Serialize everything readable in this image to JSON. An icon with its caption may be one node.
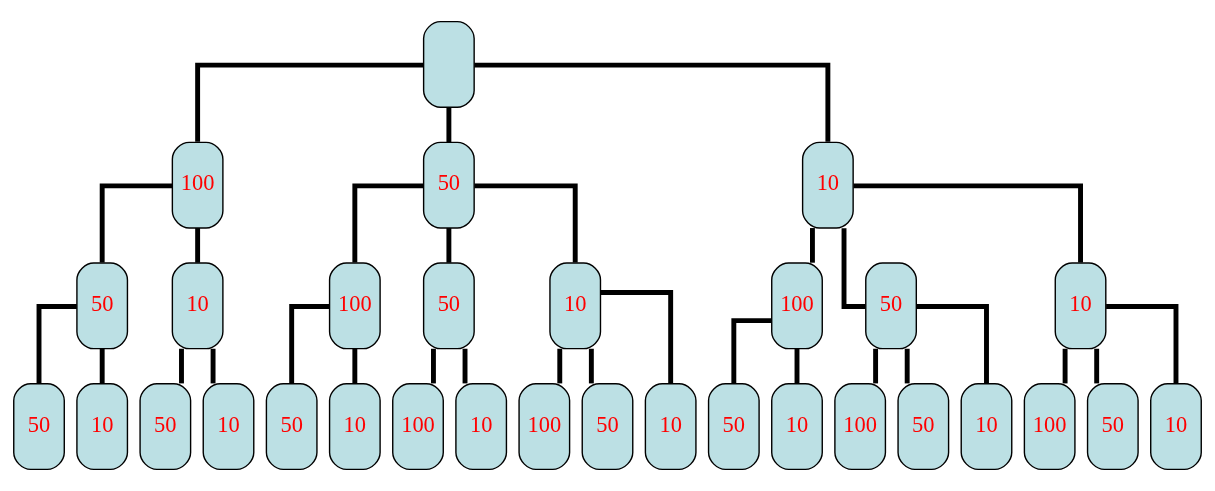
{
  "diagram": {
    "nodes": [
      {
        "text": [],
        "shape": "box"
      },
      {
        "text": [
          "100"
        ]
      },
      {
        "text": [
          "50"
        ]
      },
      {
        "text": [
          "10"
        ]
      },
      {
        "text": [
          "50"
        ]
      },
      {
        "text": [
          "10"
        ]
      },
      {
        "text": [
          "100"
        ]
      },
      {
        "text": [
          "50"
        ]
      },
      {
        "text": [
          "10"
        ]
      },
      {
        "text": [
          "100"
        ]
      },
      {
        "text": [
          "50"
        ]
      },
      {
        "text": [
          "10"
        ]
      },
      {
        "text": [
          "50"
        ]
      },
      {
        "text": [
          "10"
        ]
      },
      {
        "text": [
          "50"
        ]
      },
      {
        "text": [
          "10"
        ]
      },
      {
        "text": [
          "50"
        ]
      },
      {
        "text": [
          "10"
        ]
      },
      {
        "text": [
          "100"
        ]
      },
      {
        "text": [
          "10"
        ]
      },
      {
        "text": [
          "100"
        ]
      },
      {
        "text": [
          "50"
        ]
      },
      {
        "text": [
          "10"
        ]
      },
      {
        "text": [
          "50"
        ]
      },
      {
        "text": [
          "10"
        ]
      },
      {
        "text": [
          "100"
        ]
      },
      {
        "text": [
          "50"
        ]
      },
      {
        "text": [
          "10"
        ]
      },
      {
        "text": [
          "100"
        ]
      },
      {
        "text": [
          "50"
        ]
      },
      {
        "text": [
          "10"
        ]
      }
    ],
    "edges": [
      {
        "from": 0,
        "to": 1,
        "arrow": "none"
      },
      {
        "from": 0,
        "to": 2,
        "arrow": "none"
      },
      {
        "from": 0,
        "to": 3,
        "arrow": "none"
      },
      {
        "from": 1,
        "to": 4,
        "arrow": "none"
      },
      {
        "from": 1,
        "to": 5,
        "arrow": "none"
      },
      {
        "from": 2,
        "to": 6,
        "arrow": "none"
      },
      {
        "from": 2,
        "to": 7,
        "arrow": "none"
      },
      {
        "from": 2,
        "to": 8,
        "arrow": "none"
      },
      {
        "from": 3,
        "to": 9,
        "arrow": "none"
      },
      {
        "from": 3,
        "to": 10,
        "arrow": "none"
      },
      {
        "from": 3,
        "to": 11,
        "arrow": "none"
      },
      {
        "from": 4,
        "to": 12,
        "arrow": "none"
      },
      {
        "from": 4,
        "to": 13,
        "arrow": "none"
      },
      {
        "from": 5,
        "to": 14,
        "arrow": "none"
      },
      {
        "from": 5,
        "to": 15,
        "arrow": "none"
      },
      {
        "from": 6,
        "to": 16,
        "arrow": "none"
      },
      {
        "from": 6,
        "to": 17,
        "arrow": "none"
      },
      {
        "from": 7,
        "to": 18,
        "arrow": "none"
      },
      {
        "from": 7,
        "to": 19,
        "arrow": "none"
      },
      {
        "from": 8,
        "to": 20,
        "arrow": "none"
      },
      {
        "from": 8,
        "to": 21,
        "arrow": "none"
      },
      {
        "from": 8,
        "to": 22,
        "arrow": "none"
      },
      {
        "from": 9,
        "to": 23,
        "arrow": "none"
      },
      {
        "from": 9,
        "to": 24,
        "arrow": "none"
      },
      {
        "from": 10,
        "to": 25,
        "arrow": "none"
      },
      {
        "from": 10,
        "to": 26,
        "arrow": "none"
      },
      {
        "from": 10,
        "to": 27,
        "arrow": "none"
      },
      {
        "from": 11,
        "to": 28,
        "arrow": "none"
      },
      {
        "from": 11,
        "to": 29,
        "arrow": "none"
      },
      {
        "from": 11,
        "to": 30,
        "arrow": "none"
      }
    ]
  }
}
